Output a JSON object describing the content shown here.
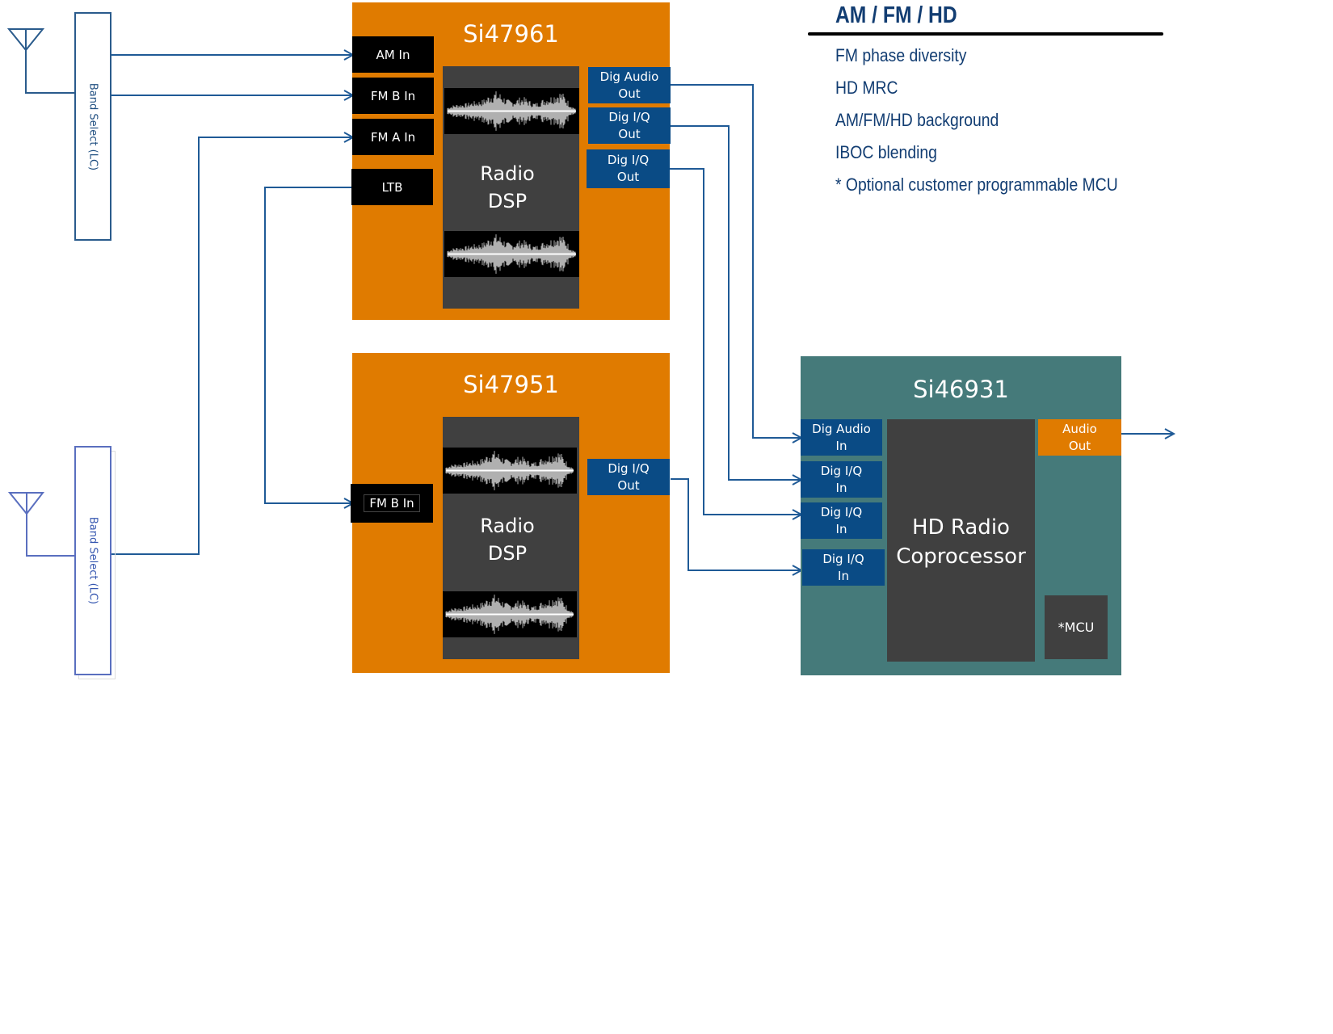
{
  "features": {
    "title": "AM / FM / HD",
    "items": [
      "FM phase diversity",
      "HD MRC",
      "AM/FM/HD background",
      "IBOC blending",
      "* Optional customer programmable MCU"
    ]
  },
  "band_select": {
    "top": {
      "label": "Band Select (LC)"
    },
    "bottom": {
      "label": "Band Select (LC)"
    }
  },
  "chips": {
    "si47961": {
      "name": "Si47961",
      "inputs": [
        "AM In",
        "FM B In",
        "FM A In",
        "LTB"
      ],
      "dsp_label_line1": "Radio",
      "dsp_label_line2": "DSP",
      "outputs": [
        {
          "line1": "Dig Audio",
          "line2": "Out"
        },
        {
          "line1": "Dig I/Q",
          "line2": "Out"
        },
        {
          "line1": "Dig I/Q",
          "line2": "Out"
        }
      ]
    },
    "si47951": {
      "name": "Si47951",
      "inputs": [
        "FM B In"
      ],
      "dsp_label_line1": "Radio",
      "dsp_label_line2": "DSP",
      "outputs": [
        {
          "line1": "Dig I/Q",
          "line2": "Out"
        }
      ]
    },
    "si46931": {
      "name": "Si46931",
      "inputs": [
        {
          "line1": "Dig Audio",
          "line2": "In"
        },
        {
          "line1": "Dig I/Q",
          "line2": "In"
        },
        {
          "line1": "Dig I/Q",
          "line2": "In"
        },
        {
          "line1": "Dig I/Q",
          "line2": "In"
        }
      ],
      "core_label_line1": "HD Radio",
      "core_label_line2": "Coprocessor",
      "output": {
        "line1": "Audio",
        "line2": "Out"
      },
      "mcu_label": "*MCU"
    }
  },
  "colors": {
    "tuner_chip": "#e07b00",
    "coprocessor_chip": "#457a7a",
    "dsp_block": "#404040",
    "digital_port": "#0a4b85",
    "rf_port": "#000000",
    "wire": "#1f5a96",
    "text_accent": "#123d72"
  }
}
